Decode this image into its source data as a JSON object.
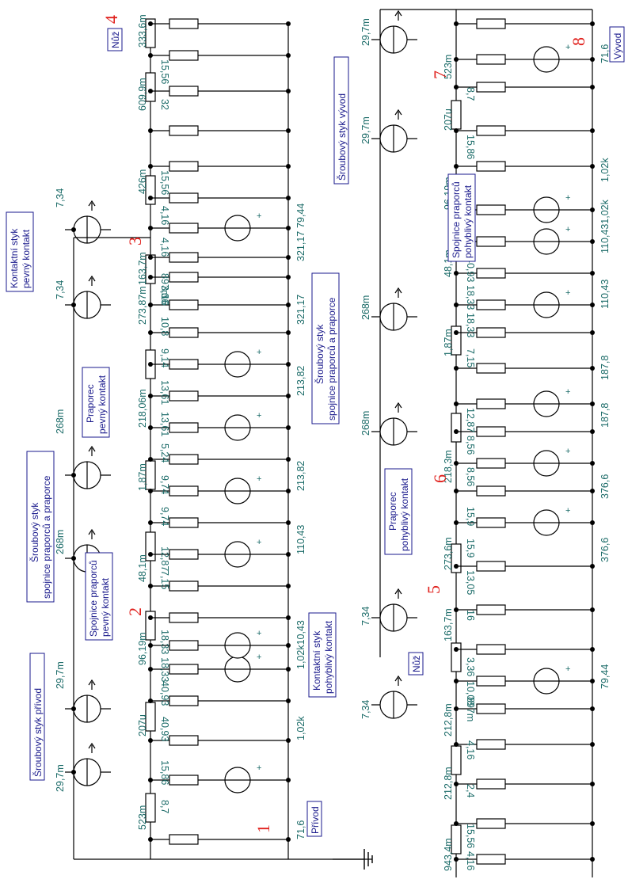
{
  "markers": [
    "1",
    "2",
    "3",
    "4",
    "5",
    "6",
    "7",
    "8"
  ],
  "boxes": {
    "sroub_privod": "Šroubový styk přívod",
    "spojnice_pevny_1": "Spojnice praporců",
    "spojnice_pevny_2": "pevný kontakt",
    "sroub_spoj_1": "Šroubový styk",
    "sroub_spoj_2": "spojnice praporců a praporce",
    "praporec_pevny_1": "Praporec",
    "praporec_pevny_2": "pevný kontakt",
    "kontakt_pevny_1": "Kontaktní styk",
    "kontakt_pevny_2": "pevný kontakt",
    "nuz_top": "Nůž",
    "privod": "Přívod",
    "kontakt_pohybl_1": "Kontaktní styk",
    "kontakt_pohybl_2": "pohyblivý kontakt",
    "sroub_spoj2_1": "Šroubový styk",
    "sroub_spoj2_2": "spojnice praporců a praporce",
    "praporec_pohybl_1": "Praporec",
    "praporec_pohybl_2": "pohyblivý kontakt",
    "spojnice_pohybl_1": "Spojnice praporců",
    "spojnice_pohybl_2": "pohyblivý kontakt",
    "sroub_vyvod": "Šroubový styk vývod",
    "nuz_bottom": "Nůž",
    "vyvod": "Vývod"
  },
  "top_labels": {
    "l_29_7m_a": "29,7m",
    "l_29_7m_b": "29,7m",
    "l_268m_a": "268m",
    "l_268m_b": "268m",
    "l_7_34_a": "7,34",
    "l_7_34_b": "7,34",
    "series": [
      "523m",
      "207u",
      "96,19m",
      "48,1m",
      "1,87m",
      "218,06m",
      "273,87m",
      "163,7m",
      "426m",
      "609,9m",
      "333,6m"
    ],
    "shunt": [
      "8,7",
      "15,86",
      "40,93",
      "40,93",
      "18,33",
      "18,33",
      "7,15",
      "12,87",
      "9,74",
      "9,74",
      "5,24",
      "13,61",
      "13,61",
      "9,14",
      "10,8",
      "897m",
      "4,16",
      "4,16",
      "15,56",
      "32",
      "15,56",
      "3,36",
      "16"
    ],
    "bus": [
      "71,6",
      "1,02k",
      "1,02k10,43",
      "110,43",
      "213,82",
      "213,82",
      "321,17",
      "321,17",
      "79,44"
    ]
  },
  "bottom_labels": {
    "l_7_34_a": "7,34",
    "l_7_34_b": "7,34",
    "l_268m_a": "268m",
    "l_268m_b": "268m",
    "l_29_7m_a": "29,7m",
    "l_29_7m_b": "29,7m",
    "series": [
      "943,4m",
      "212,8m",
      "212,8m",
      "163,7m",
      "273,6m",
      "218,3m",
      "1,87m",
      "48,1m",
      "96,19m",
      "207u",
      "523m"
    ],
    "shunt": [
      "4,16",
      "15,56",
      "2,4",
      "4,16",
      "897m",
      "10,08",
      "3,36",
      "16",
      "13,05",
      "15,9",
      "15,9",
      "8,56",
      "8,56",
      "12,87",
      "7,15",
      "18,33",
      "18,33",
      "40,93",
      "40,93",
      "15,86",
      "8,7"
    ],
    "bus": [
      "79,44",
      "376,6",
      "376,6",
      "187,8",
      "187,8",
      "110,43",
      "110,431,02k",
      "1,02k",
      "71,6"
    ]
  }
}
